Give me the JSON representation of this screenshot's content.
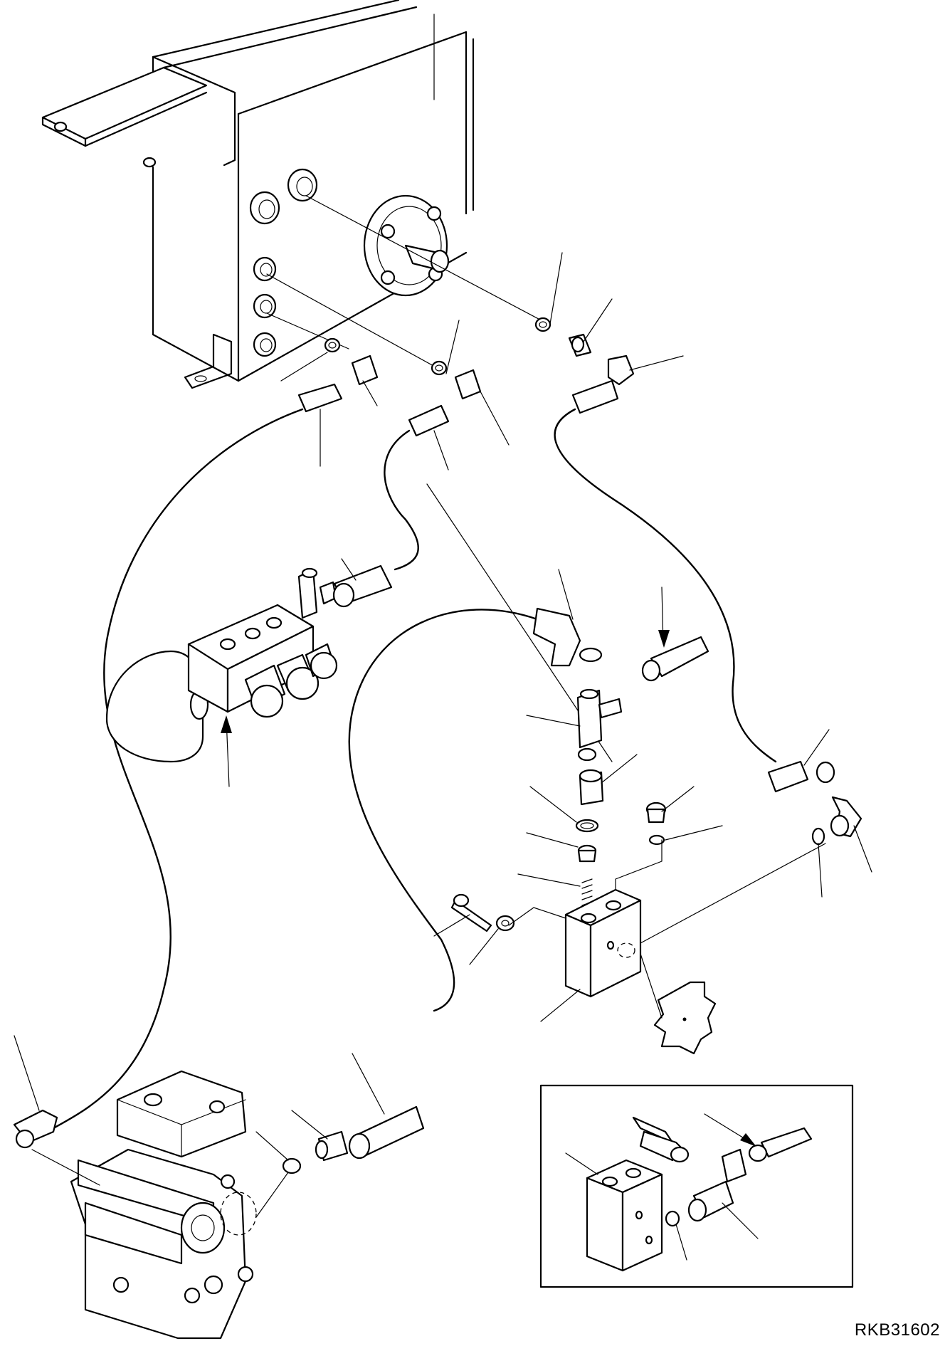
{
  "drawing": {
    "id": "RKB31602"
  },
  "components": [
    {
      "name": "hydraulic-tank"
    },
    {
      "name": "accumulator-valve-block"
    },
    {
      "name": "hydraulic-pump"
    },
    {
      "name": "shuttle-valve-block"
    },
    {
      "name": "gasket"
    }
  ]
}
